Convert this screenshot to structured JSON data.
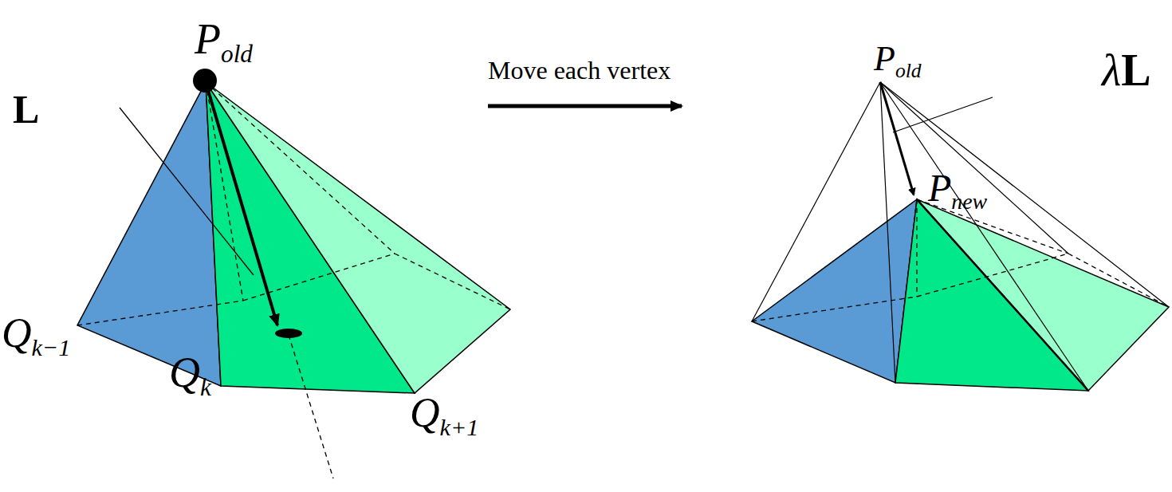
{
  "diagram": {
    "labels": [
      "Pold",
      "L",
      "Qk−1",
      "Qk",
      "Qk+1",
      "Move each vertex",
      "Pold",
      "λL",
      "Pnew"
    ]
  }
}
